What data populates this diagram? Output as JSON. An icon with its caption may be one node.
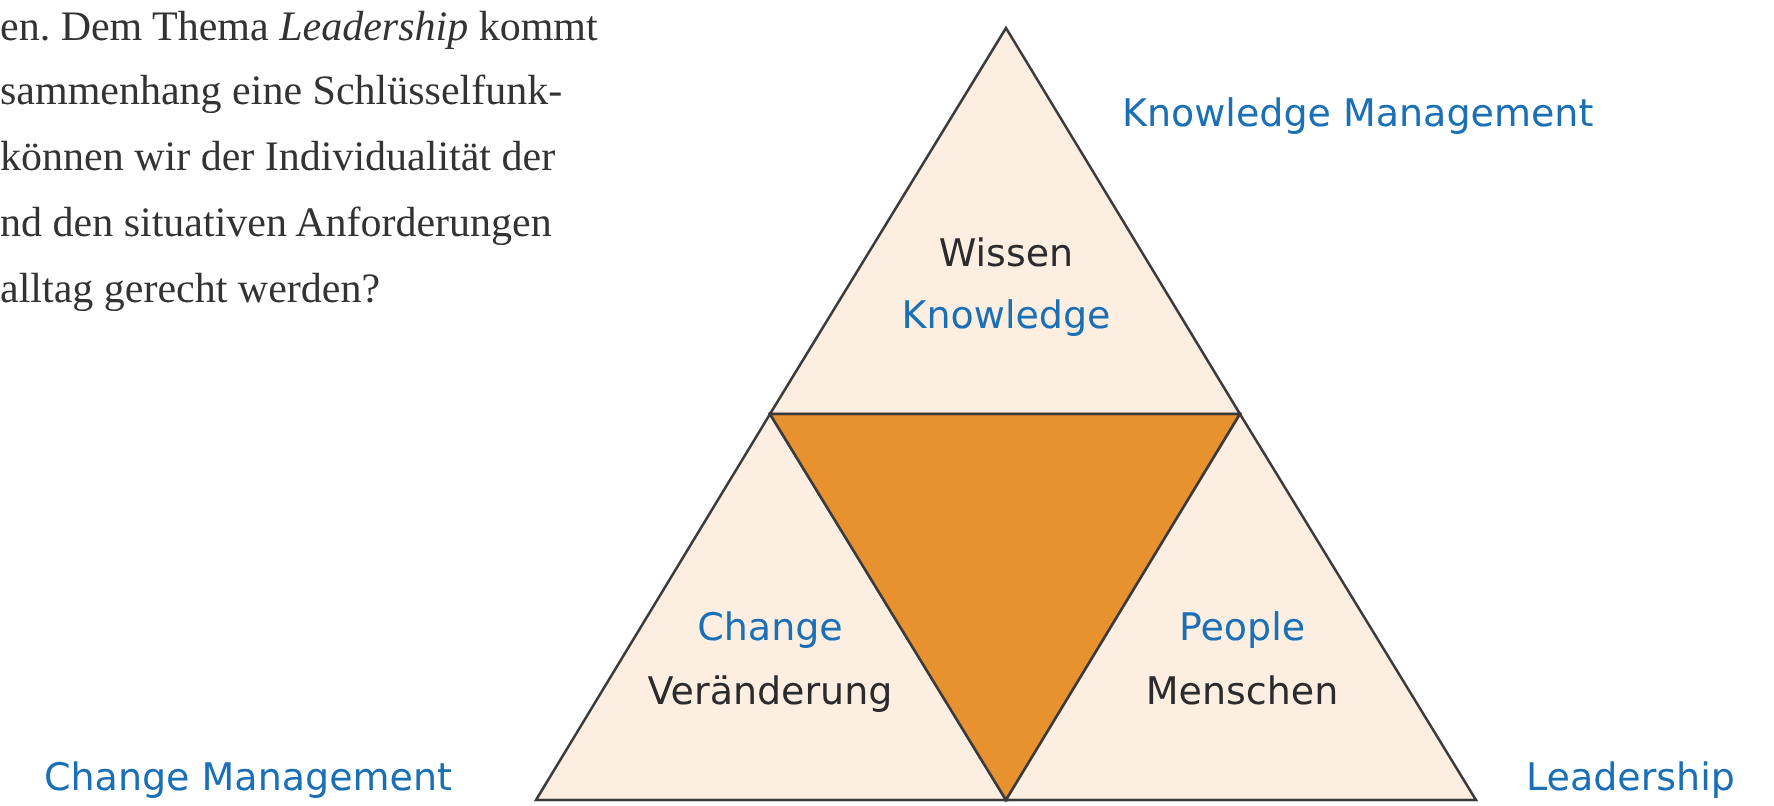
{
  "diagram": {
    "nodes": [
      {
        "text": [
          "Wissen",
          "Knowledge"
        ]
      },
      {
        "text": [
          "Change",
          "Veränderung"
        ]
      },
      {
        "text": [],
        "shape": "triangle"
      },
      {
        "text": [
          "People",
          "Menschen"
        ]
      }
    ],
    "labels": [
      "en. Dem Thema *Leadership* kommt",
      "sammenhang eine Schlüsselfunk-",
      "können wir der Individualität der",
      "nd den situativen Anforderungen",
      "alltag gerecht werden?",
      "Knowledge Management",
      "Change Management",
      "Leadership"
    ]
  }
}
